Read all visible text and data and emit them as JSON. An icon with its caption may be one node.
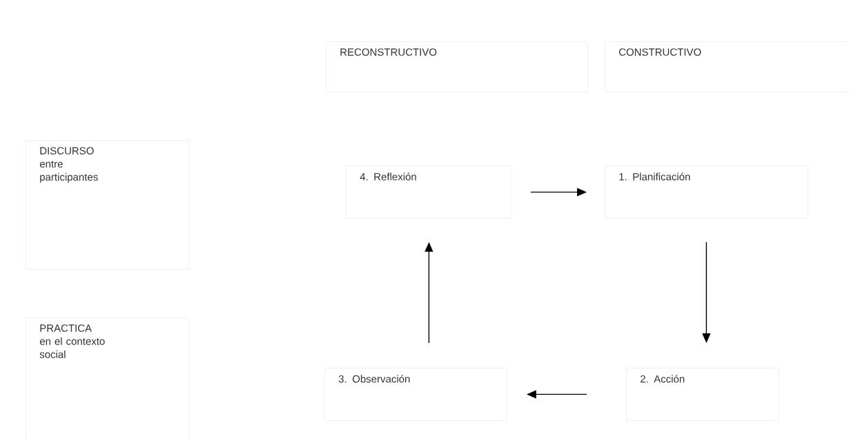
{
  "diagram": {
    "nodes": [
      {
        "text": [
          "RECONSTRUCTIVO"
        ]
      },
      {
        "text": [
          "CONSTRUCTIVO"
        ]
      },
      {
        "text": [
          "DISCURSO",
          "entre participantes"
        ]
      },
      {
        "text": [
          "4. Reflexión"
        ]
      },
      {
        "text": [
          "1.  Planificación"
        ]
      },
      {
        "text": [
          "PRACTICA",
          "en el contexto social"
        ]
      },
      {
        "text": [
          "3. Observación"
        ]
      },
      {
        "text": [
          "2.  Acción"
        ]
      }
    ],
    "edges": [
      {
        "from": 3,
        "to": 4,
        "arrow": "to"
      },
      {
        "from": 4,
        "to": 7,
        "arrow": "to"
      },
      {
        "from": 7,
        "to": 6,
        "arrow": "to"
      },
      {
        "from": 6,
        "to": 3,
        "arrow": "to"
      }
    ]
  }
}
